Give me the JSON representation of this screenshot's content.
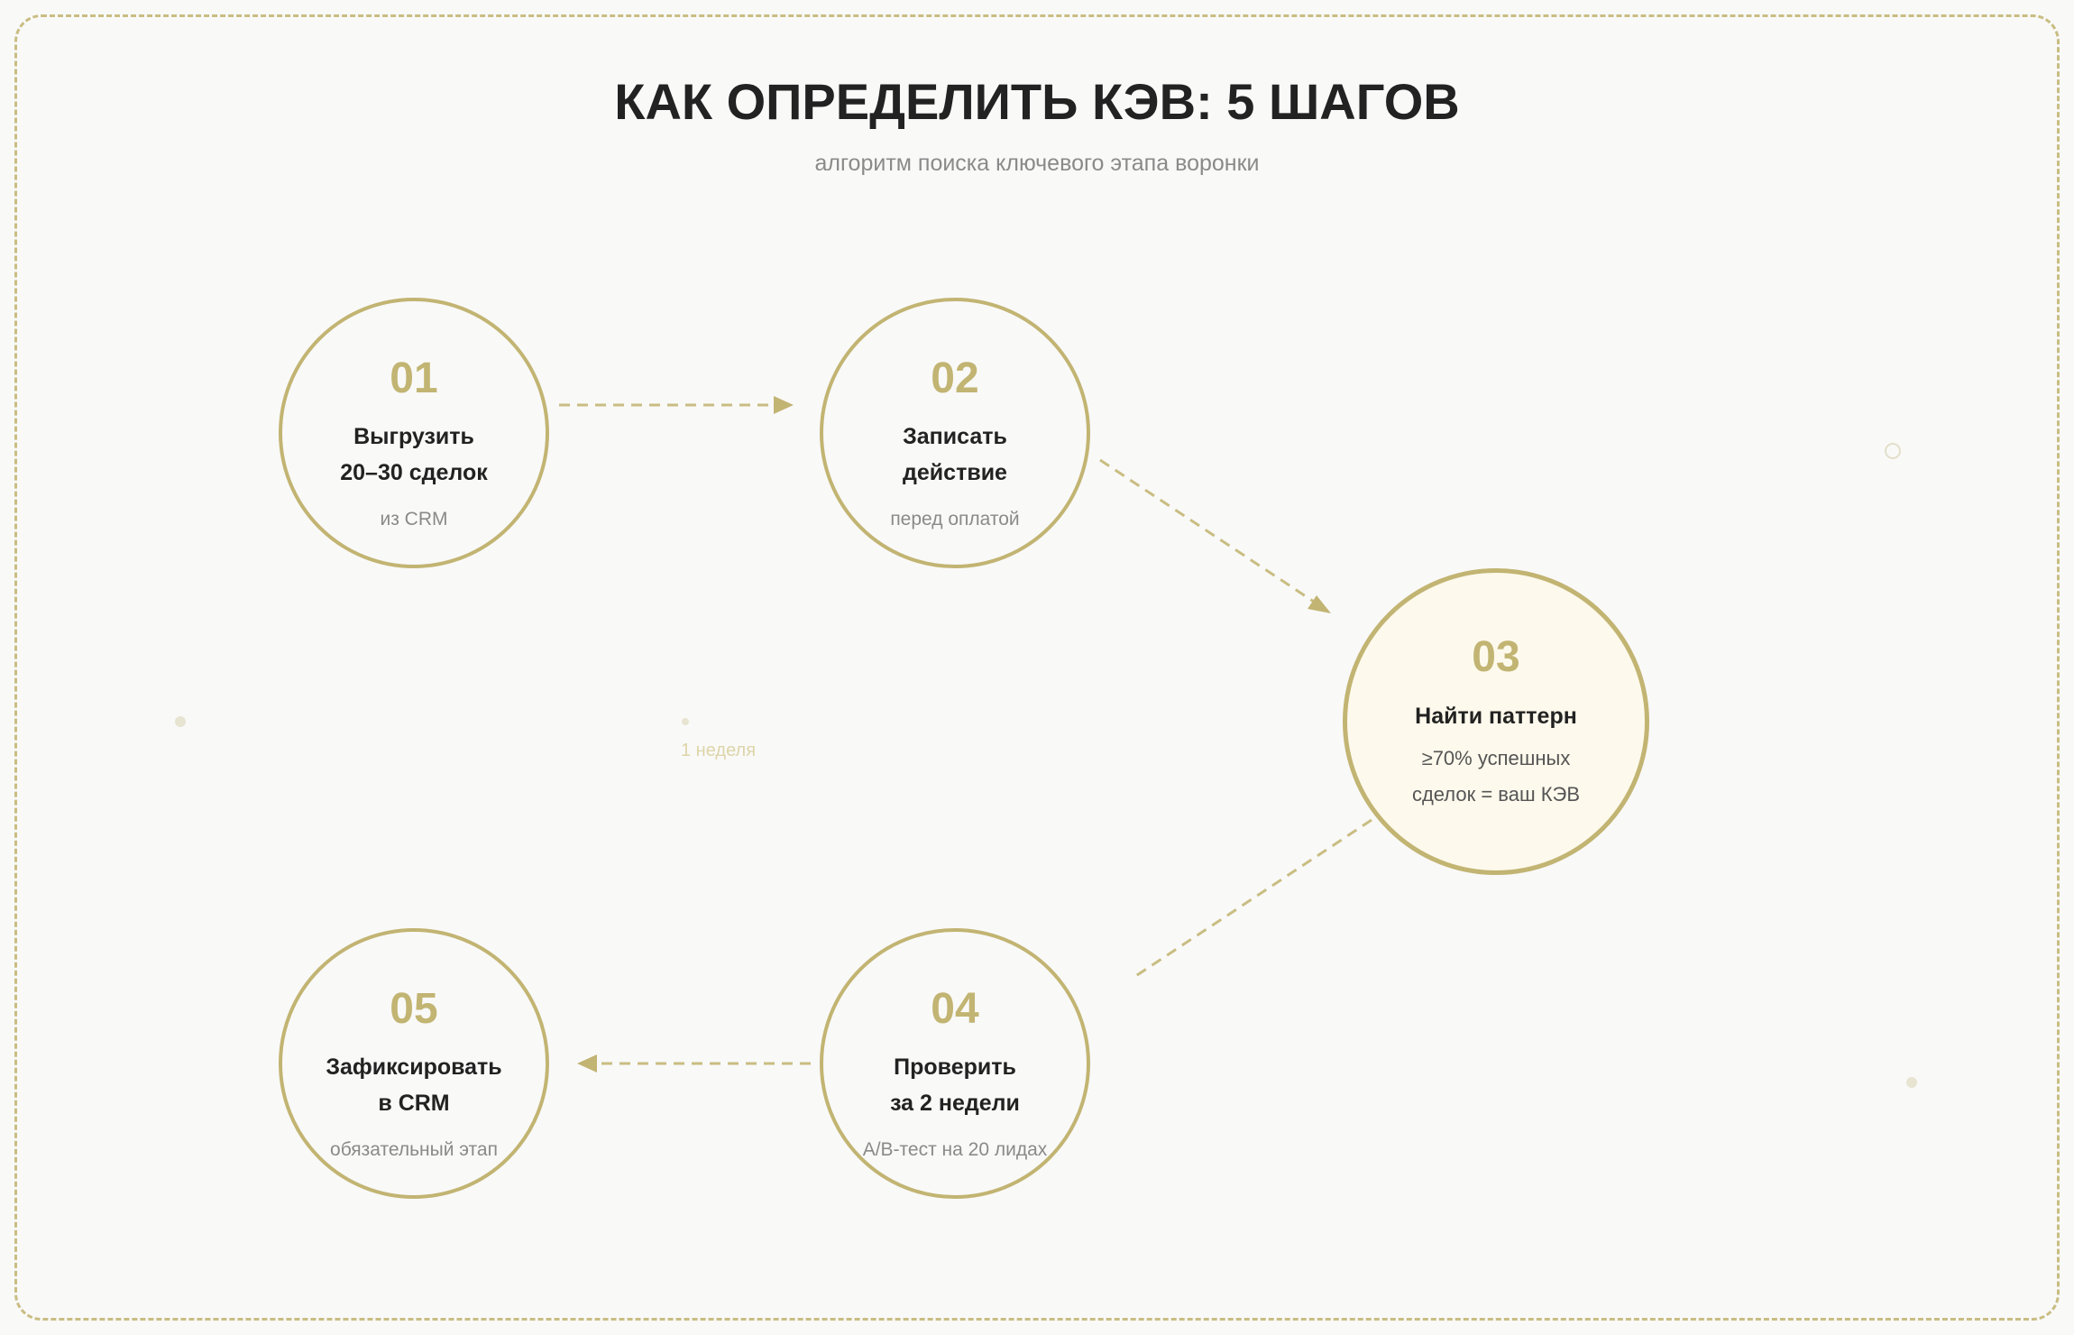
{
  "header": {
    "title": "КАК ОПРЕДЕЛИТЬ КЭВ: 5 ШАГОВ",
    "subtitle": "алгоритм поиска ключевого этапа воронки"
  },
  "steps": [
    {
      "number": "01",
      "line1": "Выгрузить",
      "line2": "20–30 сделок",
      "note": "из CRM"
    },
    {
      "number": "02",
      "line1": "Записать",
      "line2": "действие",
      "note": "перед оплатой"
    },
    {
      "number": "03",
      "line1": "Найти паттерн",
      "line2": "≥70% успешных",
      "line3": "сделок = ваш КЭВ"
    },
    {
      "number": "04",
      "line1": "Проверить",
      "line2": "за 2 недели",
      "note": "A/B-тест на 20 лидах"
    },
    {
      "number": "05",
      "line1": "Зафиксировать",
      "line2": "в CRM",
      "note": "обязательный этап"
    }
  ],
  "decor": {
    "time_note": "1 неделя"
  },
  "colors": {
    "accent": "#c2b472",
    "highlight_fill": "#fdf9ec",
    "background": "#f9f9f8"
  }
}
